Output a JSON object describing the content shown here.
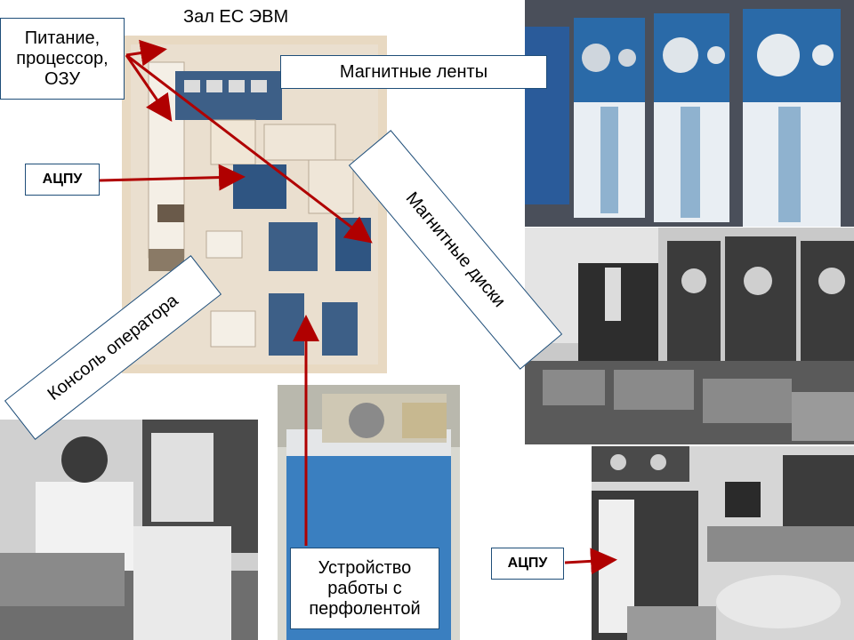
{
  "slide": {
    "title": "Зал ЕС ЭВМ",
    "labels": {
      "power": "Питание,\nпроцессор,\nОЗУ",
      "atspu_left": "АЦПУ",
      "tapes": "Магнитные ленты",
      "disks": "Магнитные диски",
      "console": "Консоль оператора",
      "punch_tape": "Устройство\nработы с\nперфолентой",
      "atspu_right": "АЦПУ"
    }
  },
  "colors": {
    "arrow": "#b00000",
    "border": "#1f4e79"
  }
}
